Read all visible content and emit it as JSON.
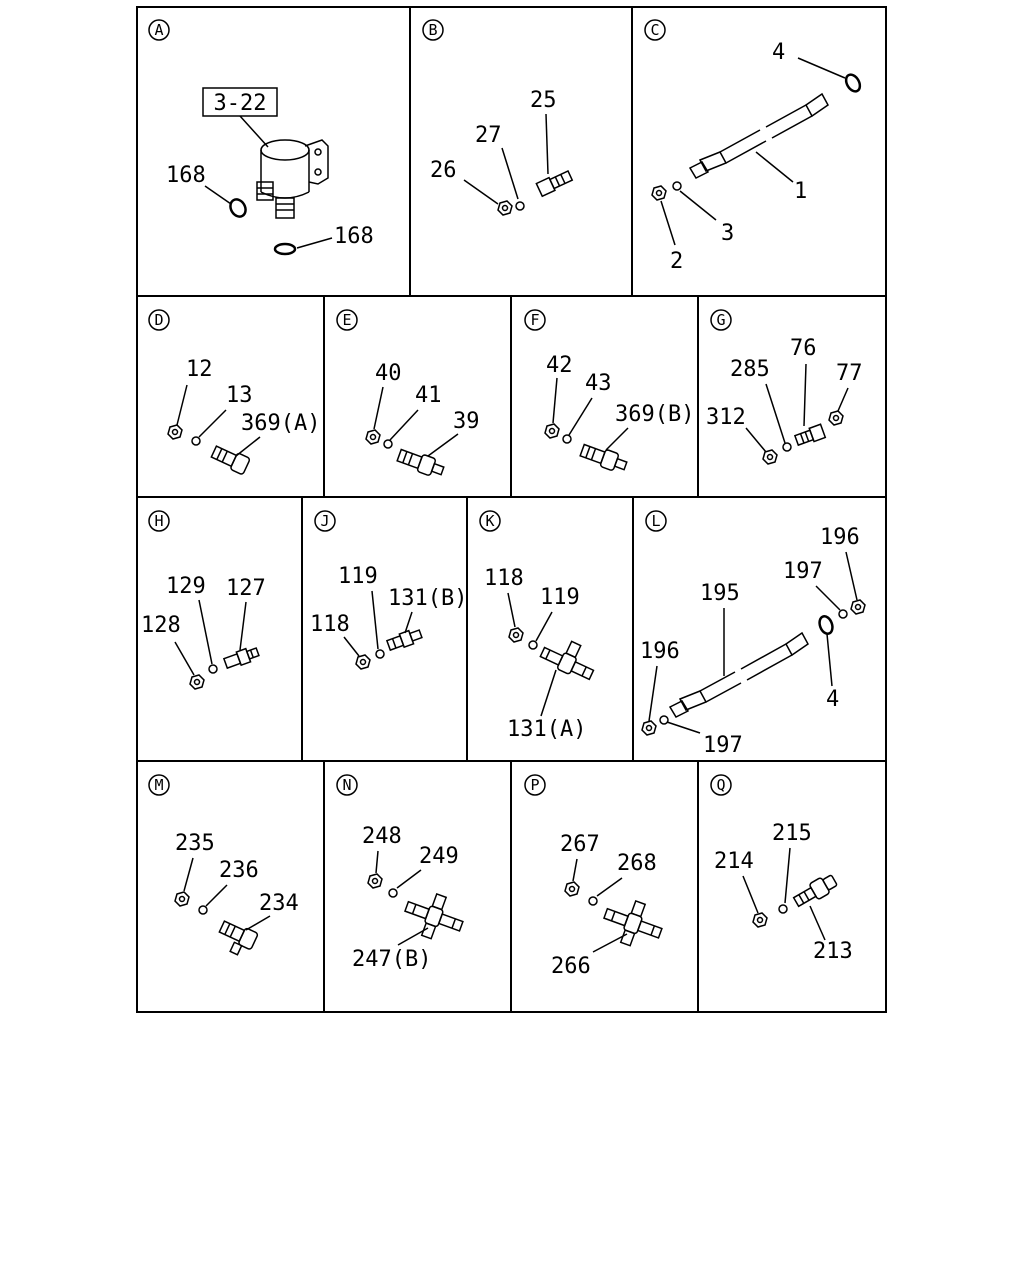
{
  "panels": [
    {
      "letter": "A",
      "labels": [
        "3-22",
        "168",
        "168"
      ]
    },
    {
      "letter": "B",
      "labels": [
        "25",
        "27",
        "26"
      ]
    },
    {
      "letter": "C",
      "labels": [
        "4",
        "1",
        "3",
        "2"
      ]
    },
    {
      "letter": "D",
      "labels": [
        "12",
        "13",
        "369(A)"
      ]
    },
    {
      "letter": "E",
      "labels": [
        "40",
        "41",
        "39"
      ]
    },
    {
      "letter": "F",
      "labels": [
        "42",
        "43",
        "369(B)"
      ]
    },
    {
      "letter": "G",
      "labels": [
        "76",
        "285",
        "77",
        "312"
      ]
    },
    {
      "letter": "H",
      "labels": [
        "129",
        "127",
        "128"
      ]
    },
    {
      "letter": "J",
      "labels": [
        "119",
        "131(B)",
        "118"
      ]
    },
    {
      "letter": "K",
      "labels": [
        "118",
        "119",
        "131(A)"
      ]
    },
    {
      "letter": "L",
      "labels": [
        "196",
        "197",
        "195",
        "196",
        "4",
        "197"
      ]
    },
    {
      "letter": "M",
      "labels": [
        "235",
        "236",
        "234"
      ]
    },
    {
      "letter": "N",
      "labels": [
        "248",
        "249",
        "247(B)"
      ]
    },
    {
      "letter": "P",
      "labels": [
        "267",
        "268",
        "266"
      ]
    },
    {
      "letter": "Q",
      "labels": [
        "215",
        "214",
        "213"
      ]
    }
  ]
}
